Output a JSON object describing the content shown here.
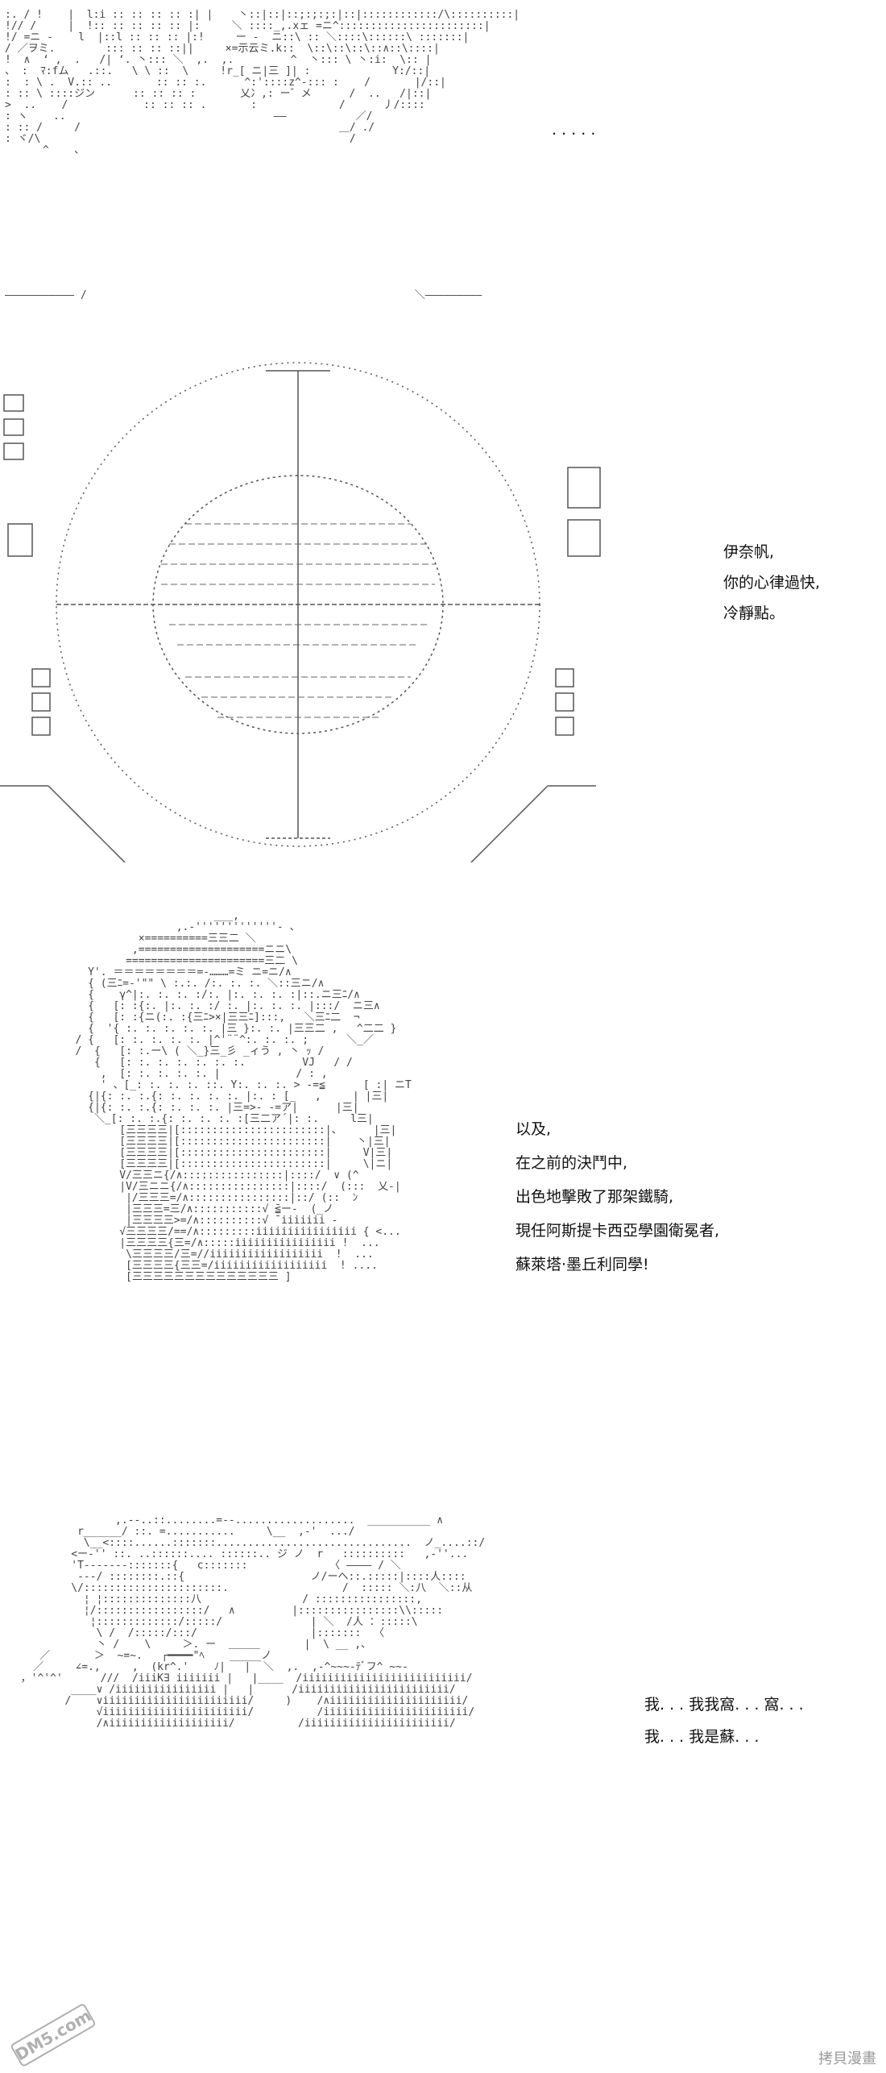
{
  "panels": [
    {
      "dialog": [
        ". . . . ."
      ]
    },
    {
      "dialog": [
        "伊奈帆,",
        "你的心律過快,",
        "冷靜點。"
      ]
    },
    {
      "dialog": [
        "以及,",
        "在之前的決鬥中,",
        "出色地擊敗了那架鐵騎,",
        "現任阿斯提卡西亞學園衛冕者,",
        "蘇萊塔·墨丘利同學!"
      ]
    },
    {
      "dialog": [
        "我. . . 我我窩. . . 窩. . .",
        "我. . . 我是蘇. . ."
      ]
    }
  ],
  "watermark": {
    "logo_text": "DM5.com",
    "site_text": "拷貝漫畫"
  },
  "colors": {
    "ink": "#444444",
    "text": "#111111",
    "watermark": "#9a9a9a"
  }
}
